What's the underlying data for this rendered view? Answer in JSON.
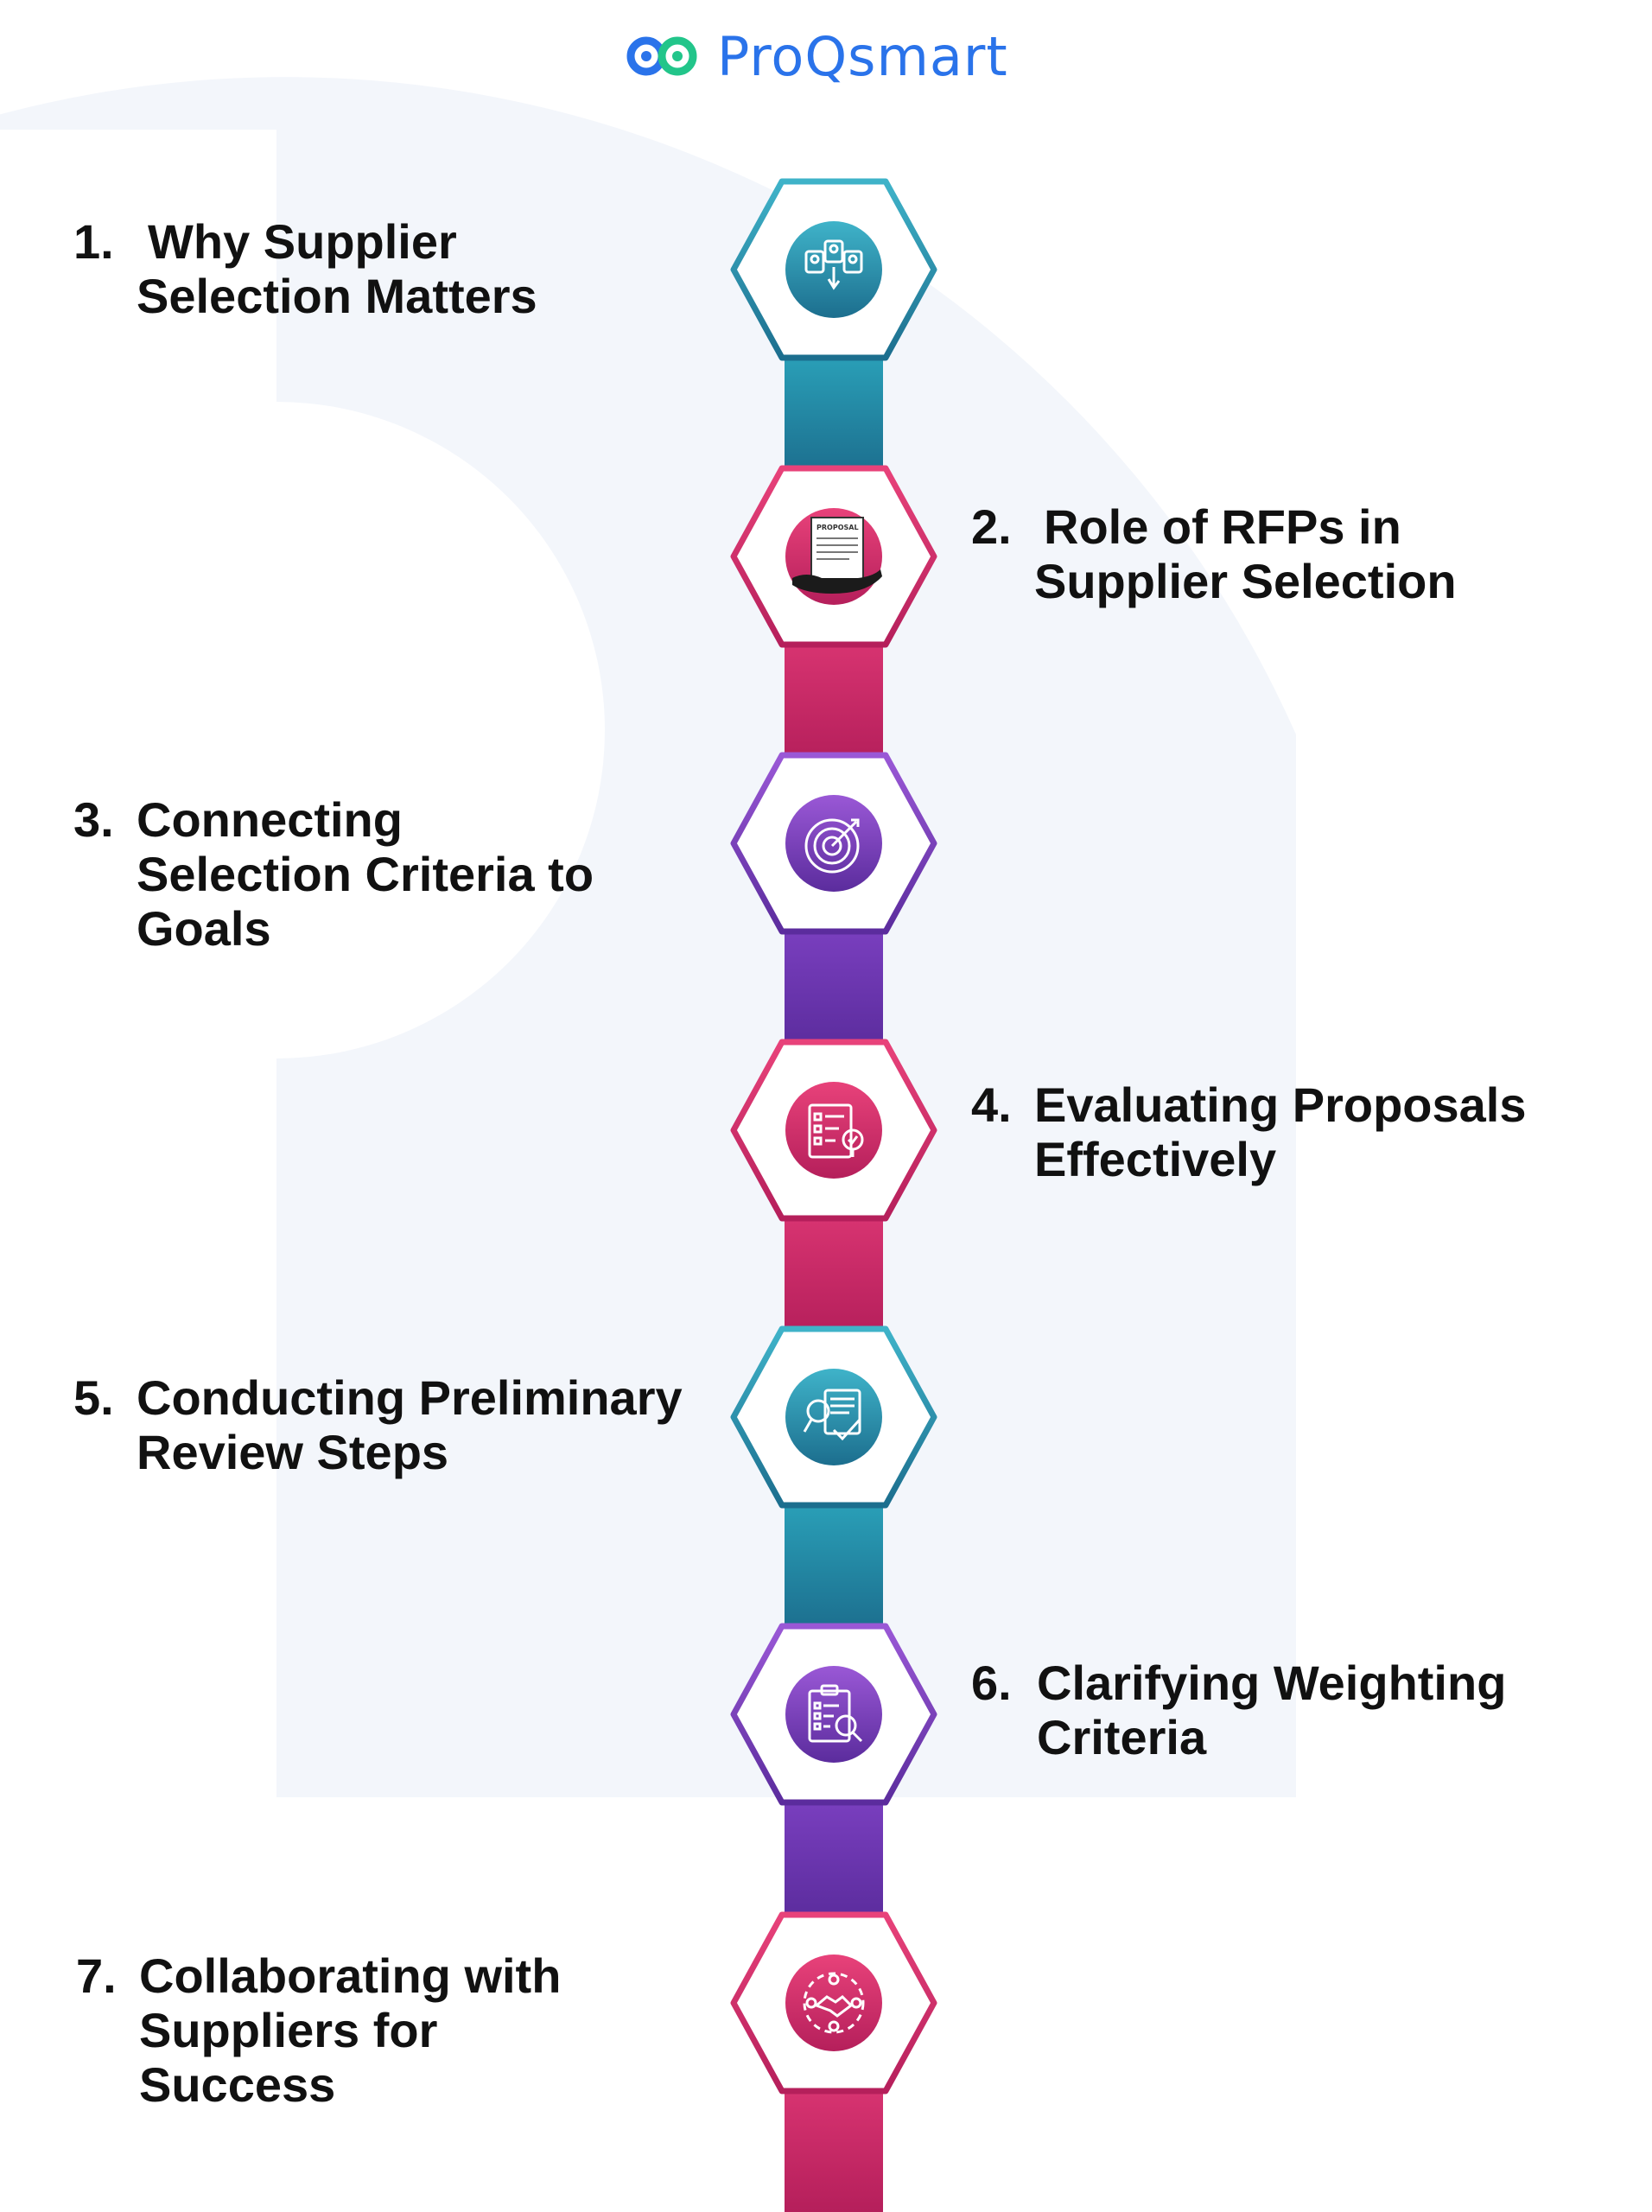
{
  "brand": {
    "name": "ProQsmart",
    "logo_icon": "infinity-link-logo",
    "colors": {
      "blue": "#2a73ea",
      "green": "#22c58a"
    }
  },
  "colors": {
    "teal": [
      "#3fb3c9",
      "#1c6e8e"
    ],
    "magenta": [
      "#e8427a",
      "#b51f5b"
    ],
    "purple": [
      "#9a58d6",
      "#5b2c9d"
    ],
    "background_arc": "#f3f6fb"
  },
  "steps": [
    {
      "number": "1.",
      "lines": [
        "Why Supplier",
        "Selection Matters"
      ],
      "icon": "people-selection-icon",
      "color": "teal"
    },
    {
      "number": "2.",
      "lines": [
        "Role of RFPs in",
        "Supplier Selection"
      ],
      "icon": "proposal-document-hand-icon",
      "color": "magenta",
      "doc_label": "PROPOSAL"
    },
    {
      "number": "3.",
      "lines": [
        "Connecting",
        "Selection Criteria to",
        "Goals"
      ],
      "icon": "target-icon",
      "color": "purple"
    },
    {
      "number": "4.",
      "lines": [
        "Evaluating Proposals",
        "Effectively"
      ],
      "icon": "checklist-evaluation-icon",
      "color": "magenta"
    },
    {
      "number": "5.",
      "lines": [
        "Conducting Preliminary",
        "Review Steps"
      ],
      "icon": "document-review-check-icon",
      "color": "teal"
    },
    {
      "number": "6.",
      "lines": [
        "Clarifying Weighting",
        "Criteria"
      ],
      "icon": "clipboard-search-icon",
      "color": "purple"
    },
    {
      "number": "7.",
      "lines": [
        "Collaborating with",
        "Suppliers for",
        "Success"
      ],
      "icon": "handshake-team-icon",
      "color": "magenta"
    }
  ]
}
